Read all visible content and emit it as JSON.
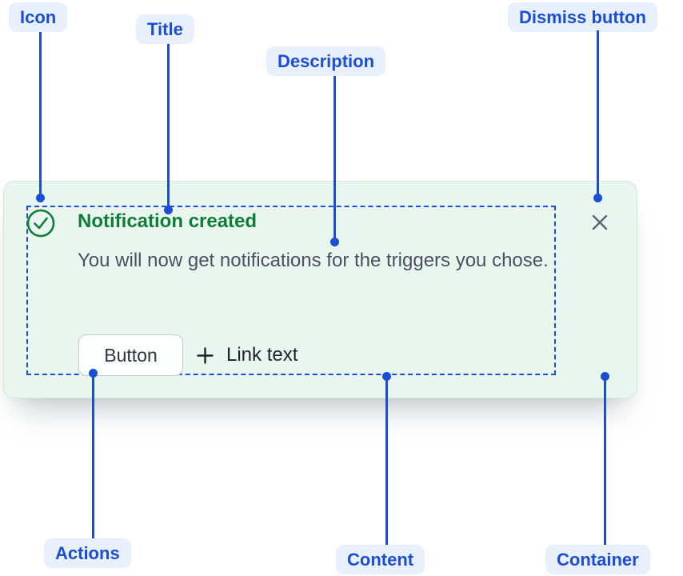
{
  "annotations": {
    "icon": {
      "label": "Icon"
    },
    "title": {
      "label": "Title"
    },
    "description": {
      "label": "Description"
    },
    "dismiss_button": {
      "label": "Dismiss button"
    },
    "actions": {
      "label": "Actions"
    },
    "content": {
      "label": "Content"
    },
    "container": {
      "label": "Container"
    }
  },
  "notification": {
    "title": "Notification created",
    "description": "You will now get notifications for the triggers you chose.",
    "actions": {
      "button_label": "Button",
      "link_label": "Link text"
    },
    "icons": {
      "status": "check-circle-icon",
      "dismiss": "close-icon",
      "link_prefix": "plus-icon"
    }
  },
  "colors": {
    "annotation_blue": "#1c4ed3",
    "annotation_pill_bg": "#e8effd",
    "success_green": "#0d7d37",
    "card_bg": "#e9f6ef",
    "card_border": "#cfe9da",
    "content_outline_blue": "#1c4ed8",
    "body_text": "#49505f",
    "button_text": "#2e343c",
    "link_text": "#1d2228",
    "dismiss_icon_gray": "#5a6371"
  }
}
